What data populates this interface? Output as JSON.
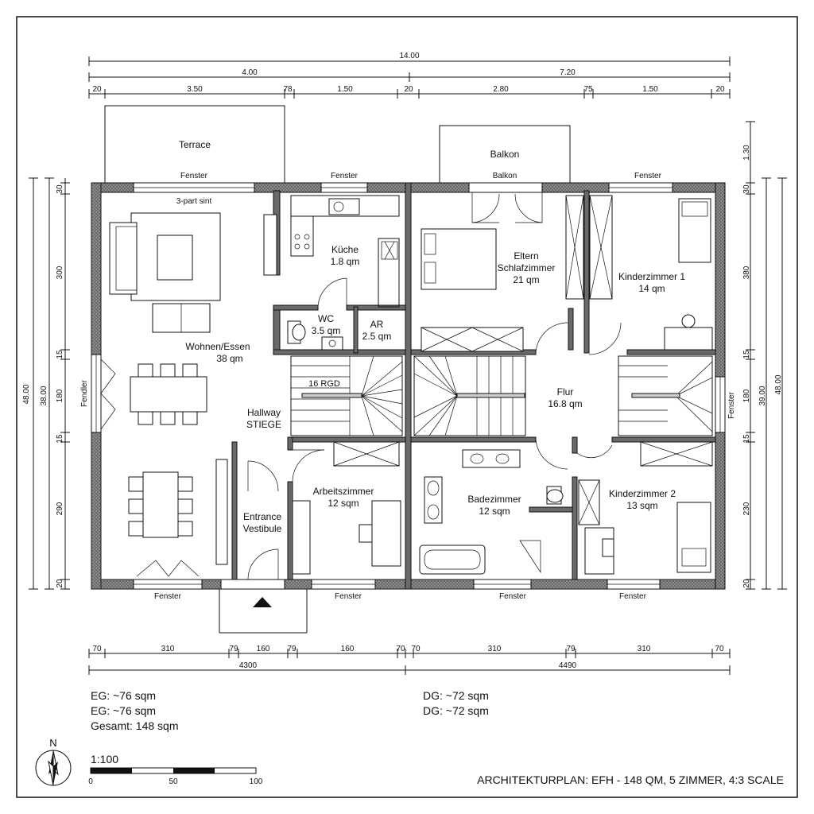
{
  "title": "ARCHITEKTURPLAN: EFH - 148 QM, 5 ZIMMER, 4:3 SCALE",
  "scale": {
    "label": "1:100",
    "ticks": [
      "0",
      "50",
      "100"
    ]
  },
  "north": "N",
  "top_dims": {
    "overall": "14.00",
    "left_total": "4.00",
    "right_total": "7.20",
    "segments": [
      "20",
      "3.50",
      "78",
      "1.50",
      "20",
      "2.80",
      "75",
      "1.50",
      "20"
    ]
  },
  "bottom_dims": {
    "segments": [
      "70",
      "310",
      "79",
      "160",
      "79",
      "160",
      "70",
      "70",
      "310",
      "79",
      "310",
      "70"
    ],
    "left_total": "4300",
    "right_total": "4490"
  },
  "left_dims": {
    "segments": [
      "30",
      "300",
      "15",
      "180",
      "15",
      "290",
      "20"
    ],
    "mid": "38.00",
    "overall": "48.00"
  },
  "right_dims": {
    "segments": [
      "1.30",
      "30",
      "380",
      "15",
      "180",
      "15",
      "230",
      "20"
    ],
    "mid": "39.00",
    "overall": "48.00"
  },
  "rooms": [
    {
      "name": "Terrace",
      "area": ""
    },
    {
      "name": "Balkon",
      "area": ""
    },
    {
      "name": "Küche",
      "area": "1.8 qm"
    },
    {
      "name": "Eltern",
      "area": "Schlafzimmer"
    },
    {
      "name": "Kinderzimmer 1",
      "area": "14 qm"
    },
    {
      "name": "WC",
      "area": "3.5 qm"
    },
    {
      "name": "AR",
      "area": "2.5 qm"
    },
    {
      "name": "Wohnen/Essen",
      "area": "38 qm"
    },
    {
      "name": "Flur",
      "area": "16.8 qm"
    },
    {
      "name": "Hallway",
      "area": "STIEGE"
    },
    {
      "name": "Entrance",
      "area": "Vestibule"
    },
    {
      "name": "Arbeitszimmer",
      "area": "12 sqm"
    },
    {
      "name": "Badezimmer",
      "area": "12 sqm"
    },
    {
      "name": "Kinderzimmer 2",
      "area": "13 sqm"
    }
  ],
  "eltern_area": "21 qm",
  "labels": {
    "window": "Fenster",
    "window_left": "Fendler",
    "window_right": "Fenster",
    "balkon_window": "Balkon",
    "three_part": "3-part sint",
    "stairs": "16 RGD"
  },
  "summary_left": [
    "EG: ~76 sqm",
    "EG: ~76 sqm",
    "Gesamt: 148 sqm"
  ],
  "summary_right": [
    "DG: ~72 sqm",
    "DG: ~72 sqm"
  ]
}
